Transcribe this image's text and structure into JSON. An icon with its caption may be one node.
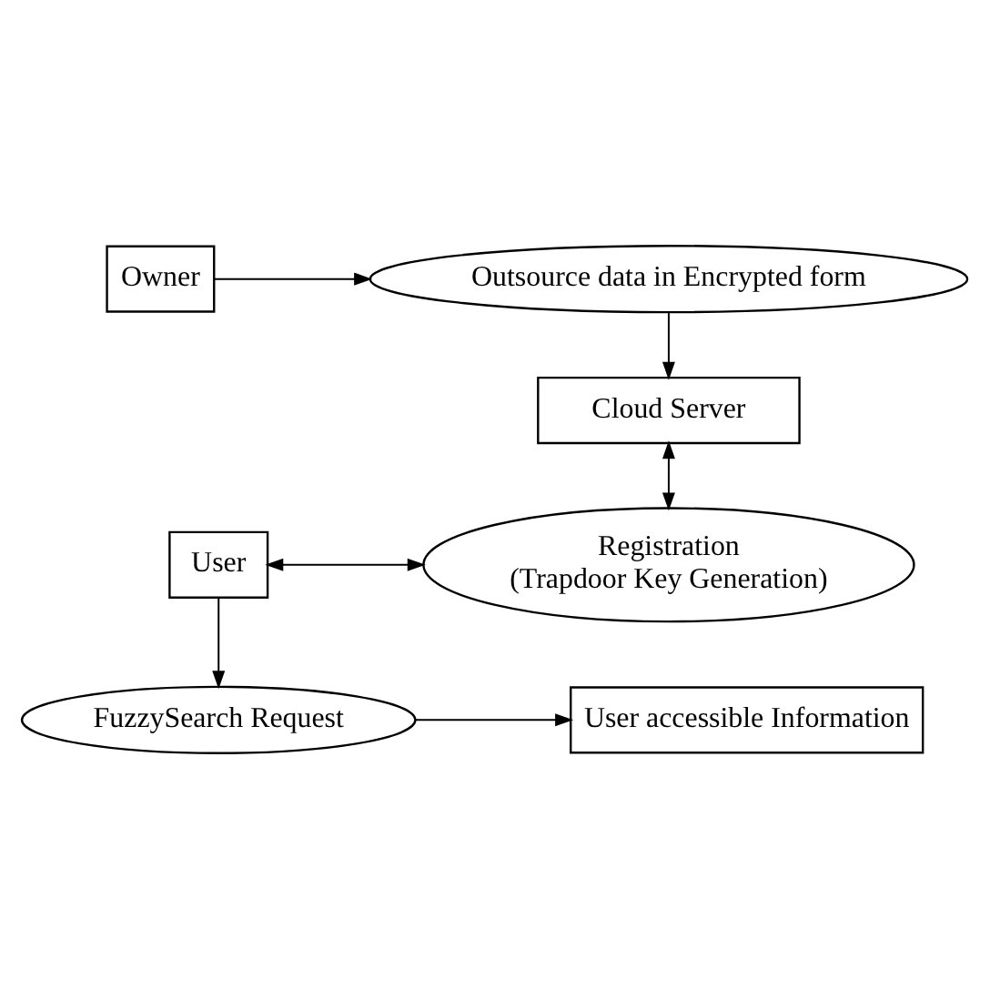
{
  "diagram": {
    "nodes": [
      {
        "text": [
          "Owner"
        ]
      },
      {
        "text": [
          "Outsource data in Encrypted form"
        ]
      },
      {
        "text": [
          "Cloud Server"
        ]
      },
      {
        "text": [
          "Registration",
          "(Trapdoor Key Generation)"
        ]
      },
      {
        "text": [
          "User"
        ]
      },
      {
        "text": [
          "FuzzySearch Request"
        ]
      },
      {
        "text": [
          "User accessible Information"
        ]
      }
    ],
    "edges": [
      {
        "from": 0,
        "to": 1,
        "arrow": "to"
      },
      {
        "from": 1,
        "to": 2,
        "arrow": "to"
      },
      {
        "from": 2,
        "to": 3,
        "arrow": "both"
      },
      {
        "from": 4,
        "to": 3,
        "arrow": "both"
      },
      {
        "from": 4,
        "to": 5,
        "arrow": "to"
      },
      {
        "from": 5,
        "to": 6,
        "arrow": "to"
      }
    ]
  }
}
